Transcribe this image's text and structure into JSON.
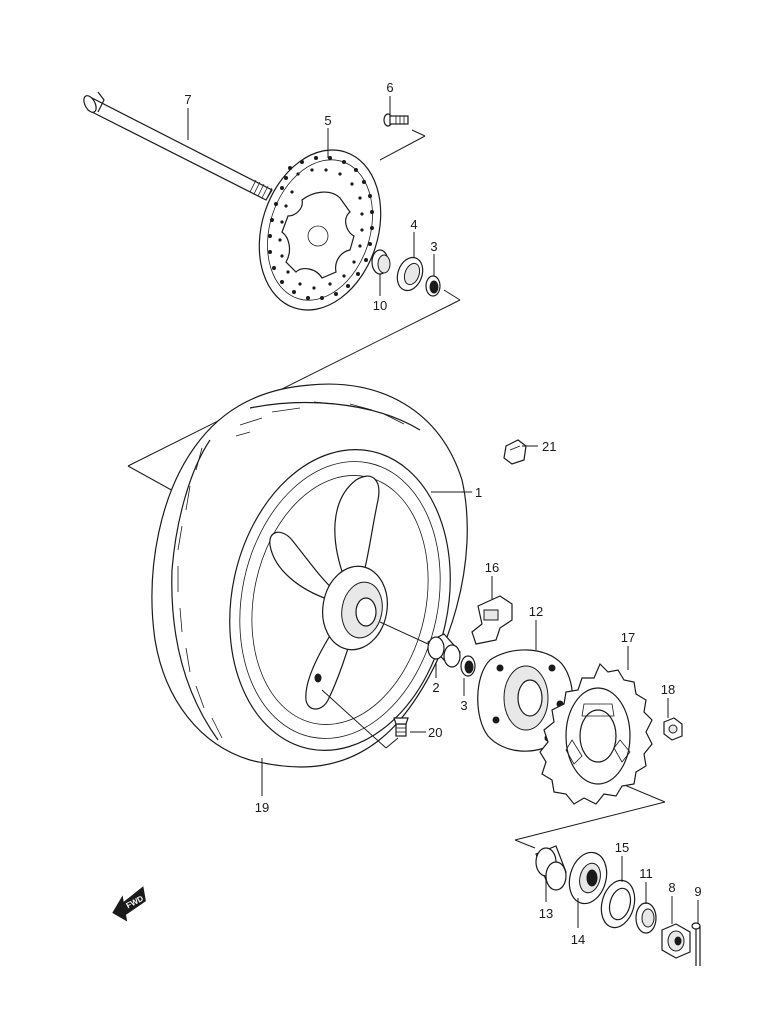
{
  "callouts": {
    "c1": "1",
    "c2": "2",
    "c3a": "3",
    "c3b": "3",
    "c4": "4",
    "c5": "5",
    "c6": "6",
    "c7": "7",
    "c8": "8",
    "c9": "9",
    "c10": "10",
    "c11": "11",
    "c12": "12",
    "c13": "13",
    "c14": "14",
    "c15": "15",
    "c16": "16",
    "c17": "17",
    "c18": "18",
    "c19": "19",
    "c20": "20",
    "c21": "21"
  },
  "fwd_label": "FWD"
}
